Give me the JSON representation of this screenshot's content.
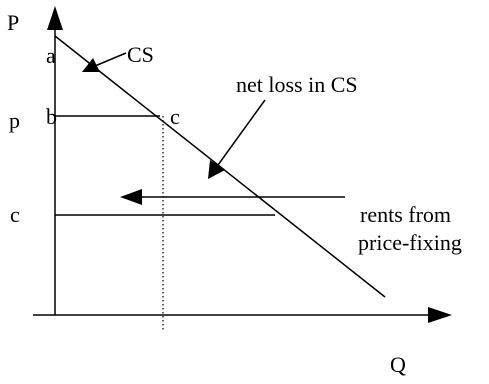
{
  "axes": {
    "y_label": "P",
    "x_label": "Q"
  },
  "labels": {
    "point_a": "a",
    "point_b": "b",
    "point_c": "c",
    "price_p": "p",
    "cost_c": "c"
  },
  "annotations": {
    "consumer_surplus": "CS",
    "net_loss": "net loss in CS",
    "rents_line1": "rents from",
    "rents_line2": "price-fixing"
  },
  "colors": {
    "ink": "#000000",
    "background": "#ffffff"
  }
}
